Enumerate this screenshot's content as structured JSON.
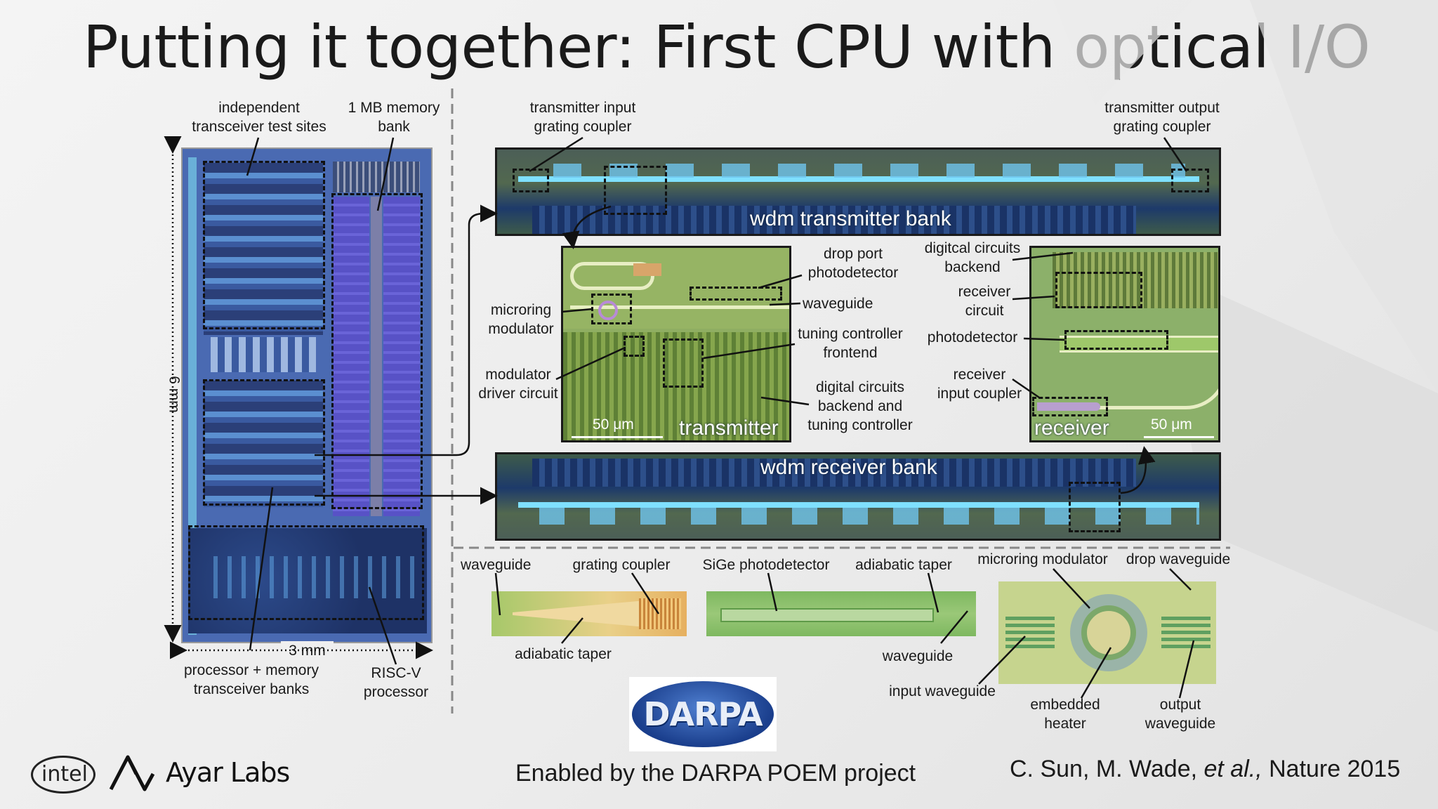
{
  "title": "Putting it together: First CPU with optical I/O",
  "labels": {
    "independent_sites": "independent\ntransceiver test sites",
    "memory_bank": "1 MB memory\nbank",
    "tx_input_coupler": "transmitter input\ngrating coupler",
    "tx_output_coupler": "transmitter output\ngrating coupler",
    "wdm_tx_bank": "wdm transmitter bank",
    "wdm_rx_bank": "wdm receiver bank",
    "drop_port_pd": "drop port\nphotodetector",
    "waveguide_tx": "waveguide",
    "tuning_frontend": "tuning controller\nfrontend",
    "digital_backend_tuning": "digital circuits\nbackend and\ntuning controller",
    "microring_modulator": "microring\nmodulator",
    "modulator_driver": "modulator\ndriver circuit",
    "transmitter": "transmitter",
    "scale_tx": "50 μm",
    "digital_backend_rx": "digitcal circuits\nbackend",
    "receiver_circuit": "receiver\ncircuit",
    "photodetector": "photodetector",
    "receiver_input_coupler": "receiver\ninput coupler",
    "receiver": "receiver",
    "scale_rx": "50 μm",
    "six_mm": "6 mm",
    "three_mm": "3 mm",
    "proc_mem_banks": "processor + memory\ntransceiver banks",
    "riscv": "RISC-V\nprocessor",
    "b_waveguide": "waveguide",
    "b_grating_coupler": "grating coupler",
    "b_sige_pd": "SiGe photodetector",
    "b_adiabatic_taper_top": "adiabatic taper",
    "b_microring_modulator": "microring modulator",
    "b_drop_waveguide": "drop waveguide",
    "b_adiabatic_taper_bottom": "adiabatic taper",
    "b_waveguide_bottom": "waveguide",
    "b_input_waveguide": "input waveguide",
    "b_embedded_heater": "embedded\nheater",
    "b_output_waveguide": "output\nwaveguide"
  },
  "darpa_logo": "DARPA",
  "footer": {
    "enabled_by": "Enabled by the DARPA POEM project",
    "citation_prefix": "C. Sun, M. Wade, ",
    "citation_italic": "et al.,",
    "citation_suffix": " Nature 2015",
    "intel_logo": "intel",
    "ayar_logo": "Ayar Labs"
  },
  "colors": {
    "chip_blue": "#3d5fa8",
    "memory_purple": "#5a54c8",
    "chip_green": "#8aa65a",
    "waveguide_cyan": "#6fd4f2",
    "dashed": "#111111"
  }
}
